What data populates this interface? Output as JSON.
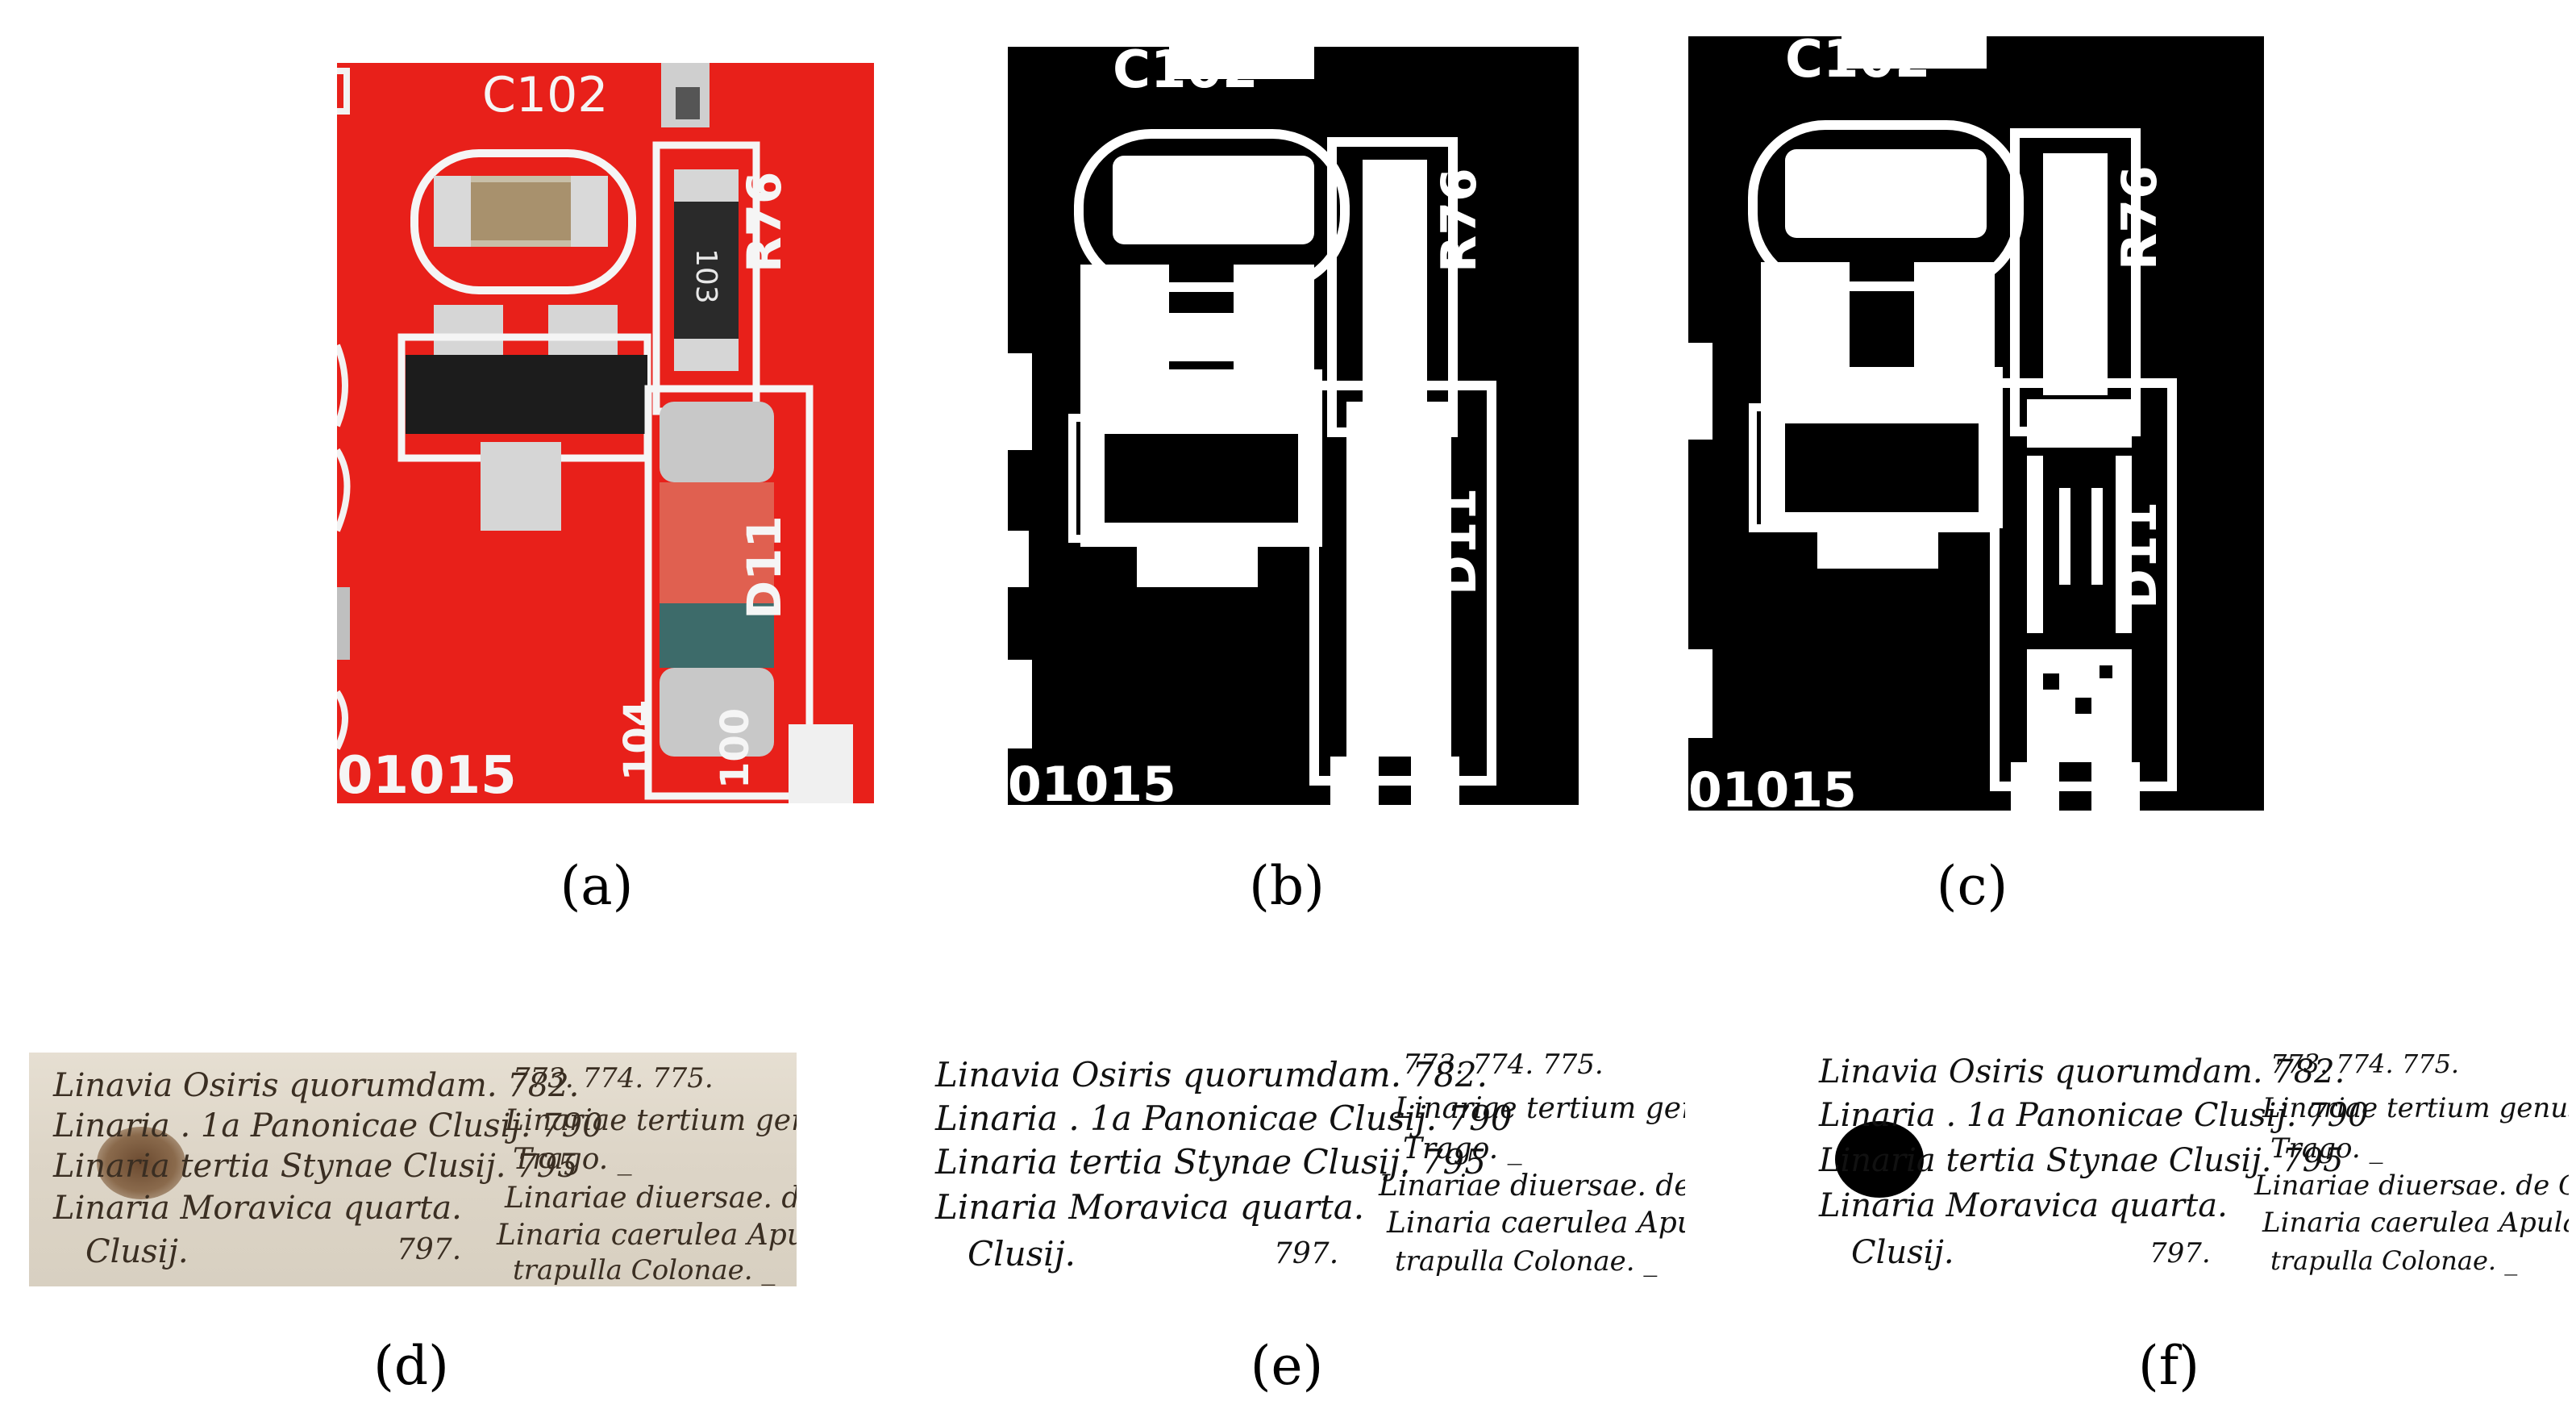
{
  "captions": {
    "a": "(a)",
    "b": "(b)",
    "c": "(c)",
    "d": "(d)",
    "e": "(e)",
    "f": "(f)"
  },
  "colors": {
    "pcb_red": "#e8201a",
    "silkscreen": "#f5f5f5",
    "pad_metal": "#c9c9c9",
    "parchment": "#ddd5c7",
    "ink_brown": "#3a2e22"
  },
  "pcb_labels": {
    "c102": "C102",
    "r76": "R76",
    "d11": "D11",
    "resistor_code": "103",
    "board_code": "01015",
    "bottom_104": "104",
    "bottom_100": "100"
  },
  "manuscript_left": [
    "Linavia Osiris quorumdam. 782.",
    "Linaria . 1a Panonicae Clusij. 790",
    "Linaria tertia Stynae Clusij. 795",
    "Linaria Moravica quarta.",
    "Clusij.",
    "797."
  ],
  "manuscript_right": [
    "773. 774. 775.",
    "Linariae tertium genus.",
    "Trago. _",
    "Linariae diuersae. de Colon",
    "Linaria caerulea Apula",
    "trapulla Colonae. _"
  ]
}
